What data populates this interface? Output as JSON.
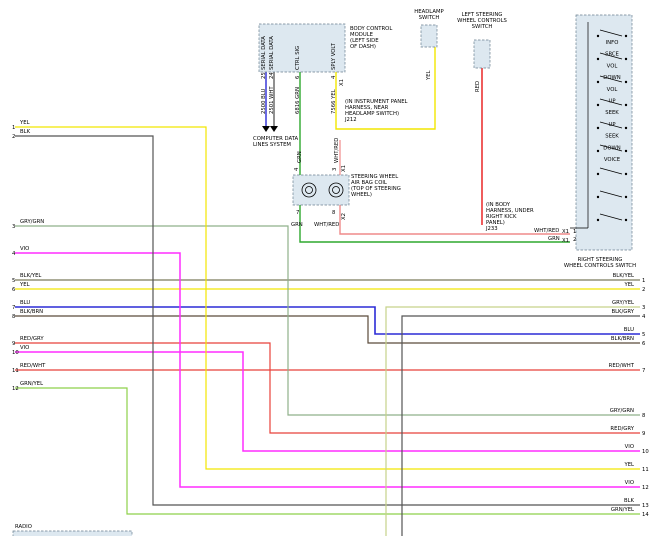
{
  "components": {
    "bcm": {
      "title_lines": [
        "BODY CONTROL",
        "MODULE",
        "(LEFT SIDE",
        "OF DASH)"
      ],
      "pins": [
        {
          "pin": "25",
          "name": "SERIAL DATA",
          "circuit": "2500 BLU"
        },
        {
          "pin": "24",
          "name": "SERIAL DATA",
          "circuit": "2501 WHT"
        },
        {
          "pin": "6",
          "name": "CTRL SIG",
          "circuit": "6816 GRN"
        },
        {
          "pin": "4",
          "name": "SPLY VOLT",
          "circuit": "7566 YEL"
        }
      ],
      "computer_data_label": [
        "COMPUTER DATA",
        "LINES SYSTEM"
      ],
      "connector_note": [
        "(IN INSTRUMENT PANEL",
        "HARNESS, NEAR",
        "HEADLAMP SWITCH)",
        "J212"
      ],
      "x1": "X1"
    },
    "headlamp_switch": {
      "title_lines": [
        "HEADLAMP",
        "SWITCH"
      ],
      "wire": "YEL"
    },
    "left_sw_controls": {
      "title_lines": [
        "LEFT STEERING",
        "WHEEL CONTROLS",
        "SWITCH"
      ],
      "wire": "RED"
    },
    "clockspring": {
      "title_lines": [
        "STEERING WHEEL",
        "AIR BAG COIL",
        "(TOP OF STEERING",
        "WHEEL)"
      ],
      "pin_top_left": "4",
      "pin_top_right": "3",
      "pin_bot_left": "7",
      "pin_bot_right": "8",
      "wire_top_left": "GRN",
      "wire_top_right": "WHT/RED",
      "wire_bot_left": "GRN",
      "wire_bot_right": "WHT/RED",
      "x1": "X1",
      "x2": "X2"
    },
    "body_harness_note": [
      "(IN BODY",
      "HARNESS, UNDER",
      "RIGHT KICK",
      "PANEL)",
      "J233"
    ],
    "right_switch": {
      "title_lines": [
        "RIGHT STEERING",
        "WHEEL CONTROLS SWITCH"
      ],
      "buttons": [
        "INFO",
        "SRCE",
        "VOL",
        "DOWN",
        "VOL",
        "UP",
        "SEEK",
        "UP",
        "SEEK",
        "DOWN",
        "VOICE"
      ],
      "pin1": "1",
      "pin2": "2",
      "wire1": "WHT/RED",
      "wire2": "GRN"
    },
    "radio": {
      "label": "RADIO"
    }
  },
  "left_wires": [
    {
      "pin": "1",
      "color": "YEL"
    },
    {
      "pin": "2",
      "color": "BLK"
    },
    {
      "pin": "3",
      "color": "GRY/GRN"
    },
    {
      "pin": "4",
      "color": "VIO"
    },
    {
      "pin": "5",
      "color": "BLK/YEL"
    },
    {
      "pin": "6",
      "color": "YEL"
    },
    {
      "pin": "7",
      "color": "BLU"
    },
    {
      "pin": "8",
      "color": "BLK/BRN"
    },
    {
      "pin": "9",
      "color": "RED/GRY"
    },
    {
      "pin": "10",
      "color": "VIO"
    },
    {
      "pin": "11",
      "color": "RED/WHT"
    },
    {
      "pin": "12",
      "color": "GRN/YEL"
    }
  ],
  "right_wires": [
    {
      "pin": "1",
      "color": "BLK/YEL"
    },
    {
      "pin": "2",
      "color": "YEL"
    },
    {
      "pin": "3",
      "color": "GRY/YEL"
    },
    {
      "pin": "4",
      "color": "BLK/GRY"
    },
    {
      "pin": "5",
      "color": "BLU"
    },
    {
      "pin": "6",
      "color": "BLK/BRN"
    },
    {
      "pin": "7",
      "color": "RED/WHT"
    },
    {
      "pin": "8",
      "color": "GRY/GRN"
    },
    {
      "pin": "9",
      "color": "RED/GRY"
    },
    {
      "pin": "10",
      "color": "VIO"
    },
    {
      "pin": "11",
      "color": "YEL"
    },
    {
      "pin": "12",
      "color": "VIO"
    },
    {
      "pin": "13",
      "color": "BLK"
    },
    {
      "pin": "14",
      "color": "GRN/YEL"
    }
  ],
  "colors": {
    "YEL": "#f2e600",
    "BLK": "#555555",
    "GRY/GRN": "#8fb08a",
    "VIO": "#ff2dff",
    "BLK/YEL": "#7a7a5a",
    "BLU": "#2b2bd6",
    "BLK/BRN": "#5a4a3a",
    "RED/GRY": "#e8413a",
    "RED/WHT": "#e8413a",
    "GRN/YEL": "#8ed04a",
    "GRY/YEL": "#c6d28a",
    "BLK/GRY": "#555555",
    "GRN": "#2ea82e",
    "WHT/RED": "#ef8a8a",
    "RED": "#e81818",
    "WHT": "#222222"
  }
}
